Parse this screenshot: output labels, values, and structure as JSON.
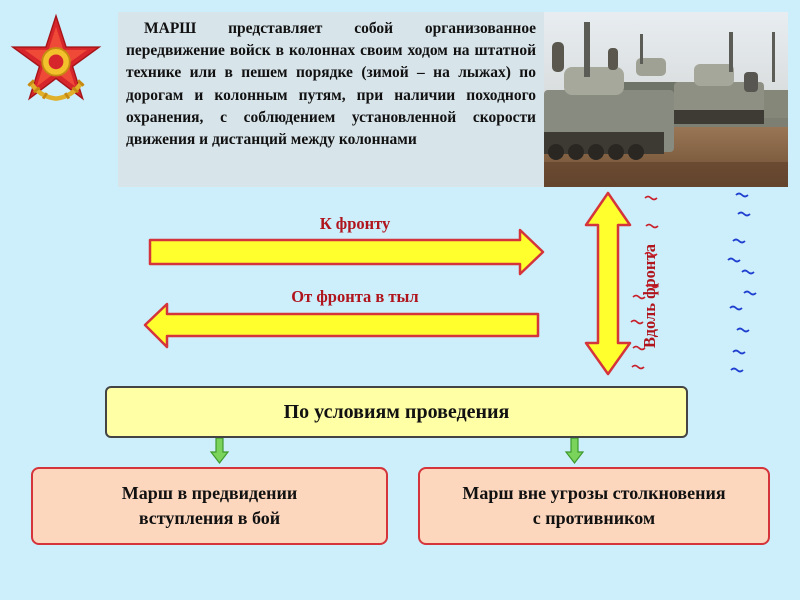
{
  "definition": {
    "text": "МАРШ представляет собой организованное передвижение войск в колоннах своим ходом на штатной технике или в пешем порядке (зимой – на лыжах) по дорогам и колонным путям, при наличии походного охранения, с соблюдением установленной скорости движения и дистанций между колоннами"
  },
  "directions": {
    "to_front": "К фронту",
    "from_front": "От  фронта в тыл",
    "along_front": "Вдоль фронта"
  },
  "conditions": {
    "label": "По условиям проведения"
  },
  "types": [
    {
      "label": "Марш в предвидении\nвступления в бой"
    },
    {
      "label": "Марш вне угрозы столкновения\nс противником"
    }
  ],
  "colors": {
    "background": "#cdeefb",
    "arrow_fill": "#ffff2e",
    "arrow_outline": "#d4343a",
    "label_red": "#b0141c",
    "conditions_fill": "#ffffa6",
    "type_fill": "#fdd7bd",
    "down_arrow_green": "#5cc24a"
  },
  "icons": {
    "emblem": "red-star-emblem-icon",
    "photo": "tank-column-photo"
  }
}
